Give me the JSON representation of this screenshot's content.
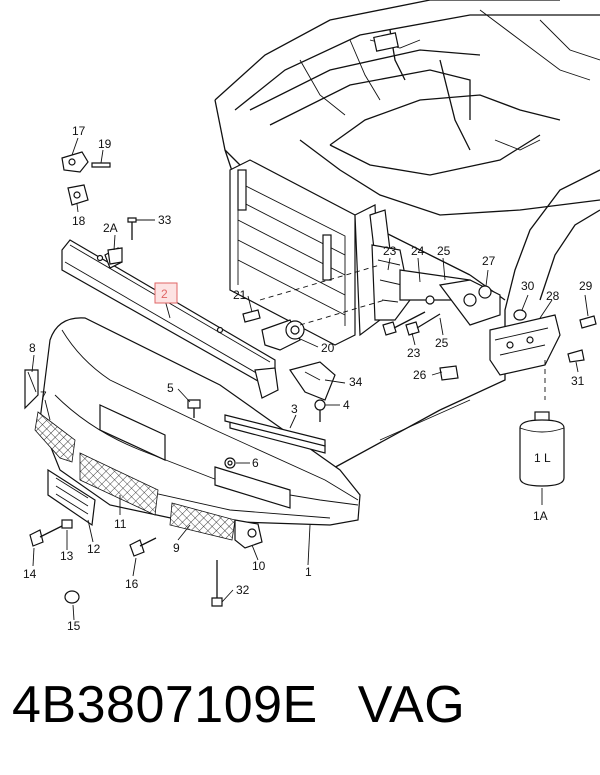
{
  "diagram": {
    "callouts": {
      "c1": "1",
      "c1A": "1A",
      "c2": "2",
      "c2A": "2A",
      "c3": "3",
      "c4": "4",
      "c5": "5",
      "c6": "6",
      "c7": "7",
      "c8": "8",
      "c9": "9",
      "c10": "10",
      "c11": "11",
      "c12": "12",
      "c13": "13",
      "c14": "14",
      "c15": "15",
      "c16": "16",
      "c17": "17",
      "c18": "18",
      "c19": "19",
      "c20": "20",
      "c21": "21",
      "c23a": "23",
      "c23b": "23",
      "c24": "24",
      "c25a": "25",
      "c25b": "25",
      "c26": "26",
      "c27": "27",
      "c28": "28",
      "c29": "29",
      "c30": "30",
      "c31": "31",
      "c32": "32",
      "c33": "33",
      "c34": "34"
    },
    "bottle_label": "1 L",
    "highlight_color": "#e06666"
  },
  "footer": {
    "part_number": "4B3807109E",
    "brand": "VAG"
  }
}
